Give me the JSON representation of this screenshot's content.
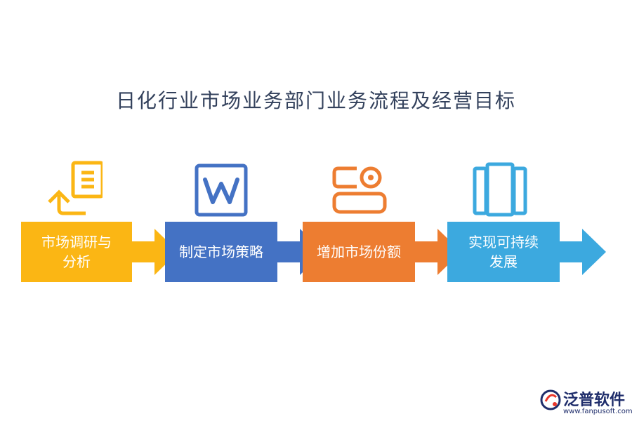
{
  "title": "日化行业市场业务部门业务流程及经营目标",
  "steps": [
    {
      "line1": "市场调研与",
      "line2": "分析",
      "color": "#fbb614",
      "icon": "document-return-icon"
    },
    {
      "line1": "制定市场策略",
      "line2": "",
      "color": "#4472c4",
      "icon": "word-document-icon"
    },
    {
      "line1": "增加市场份额",
      "line2": "",
      "color": "#ed7d31",
      "icon": "id-card-icon"
    },
    {
      "line1": "实现可持续",
      "line2": "发展",
      "color": "#3ca9df",
      "icon": "panels-icon"
    }
  ],
  "logo": {
    "brand": "泛普软件",
    "url": "www.fanpusoft.com"
  }
}
